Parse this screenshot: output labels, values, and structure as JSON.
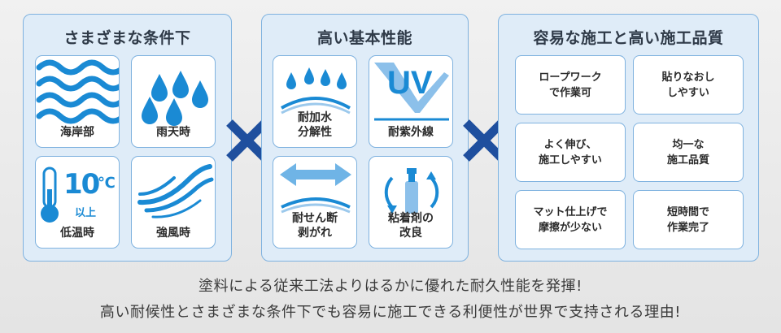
{
  "panels": {
    "conditions": {
      "title": "さまざまな条件下",
      "tiles": [
        {
          "label": "海岸部",
          "icon": "waves-icon"
        },
        {
          "label": "雨天時",
          "icon": "raindrops-icon"
        },
        {
          "label": "低温時",
          "icon": "thermometer-icon",
          "temp_value": "10",
          "temp_unit": "℃",
          "temp_note": "以上"
        },
        {
          "label": "強風時",
          "icon": "wind-icon"
        }
      ]
    },
    "performance": {
      "title": "高い基本性能",
      "tiles": [
        {
          "label": "耐加水\n分解性",
          "icon": "water-repellent-icon"
        },
        {
          "label": "耐紫外線",
          "icon": "uv-icon",
          "uv_text": "UV"
        },
        {
          "label": "耐せん断\n剥がれ",
          "icon": "shear-arrows-icon"
        },
        {
          "label": "粘着剤の\n改良",
          "icon": "adhesive-tube-icon"
        }
      ]
    },
    "construction": {
      "title": "容易な施工と高い施工品質",
      "items": [
        "ロープワーク\nで作業可",
        "貼りなおし\nしやすい",
        "よく伸び、\n施工しやすい",
        "均一な\n施工品質",
        "マット仕上げで\n摩擦が少ない",
        "短時間で\n作業完了"
      ]
    }
  },
  "captions": {
    "line1": "塗料による従来工法よりはるかに優れた耐久性能を発揮!",
    "line2": "高い耐候性とさまざまな条件下でも容易に施工できる利便性が世界で支持される理由!"
  },
  "colors": {
    "panel_bg": "#dfecf8",
    "border": "#7fb2df",
    "icon_blue": "#1a8ad4",
    "cross": "#1f4f9e"
  }
}
